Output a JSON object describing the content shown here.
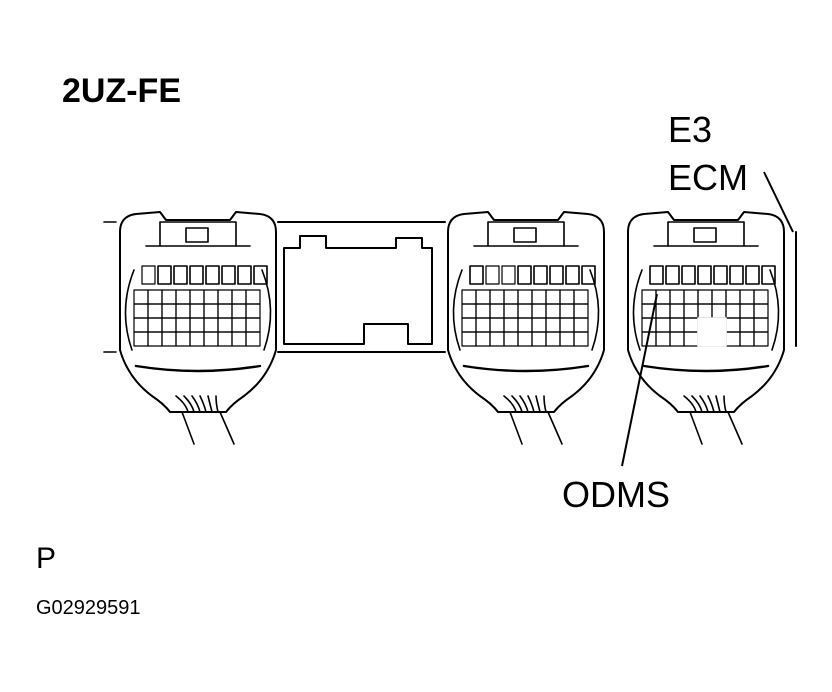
{
  "labels": {
    "engine": "2UZ-FE",
    "connector": "E3",
    "component": "ECM",
    "terminal": "ODMS",
    "pin_side": "P",
    "figure_code": "G02929591"
  },
  "style": {
    "line_color": "#000000",
    "background": "#ffffff"
  },
  "connectors": {
    "count": 3,
    "grid_rows_per_block": 4
  }
}
